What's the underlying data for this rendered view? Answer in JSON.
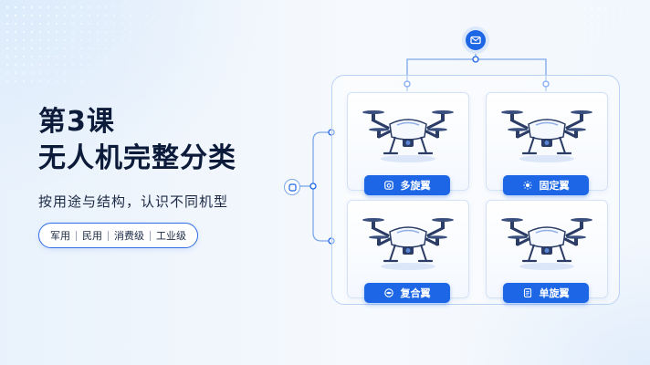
{
  "title": {
    "line1": "第3课",
    "line2": "无人机完整分类"
  },
  "subtitle": "按用途与结构，认识不同机型",
  "tags": [
    "军用",
    "民用",
    "消费级",
    "工业级"
  ],
  "categories": [
    {
      "label": "多旋翼",
      "icon": "camera-icon"
    },
    {
      "label": "固定翼",
      "icon": "sun-icon"
    },
    {
      "label": "复合翼",
      "icon": "eye-icon"
    },
    {
      "label": "单旋翼",
      "icon": "document-icon"
    }
  ],
  "colors": {
    "accent": "#1d66e5",
    "title": "#0d1b3a",
    "connector": "#7aa7ea",
    "panel_border": "#b9d2f4"
  }
}
